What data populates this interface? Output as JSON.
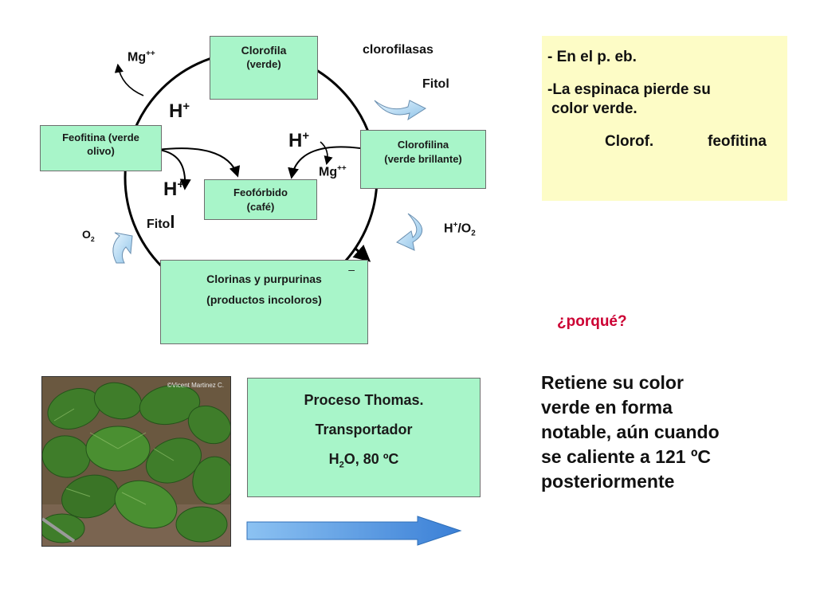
{
  "colors": {
    "box_fill": "#a8f5c9",
    "note_fill": "#fdfcc6",
    "question": "#cc0033",
    "red_arrow": "#e2001a",
    "blue_arrow_start": "#5fa0e0",
    "blue_arrow_end": "#3a7fd6"
  },
  "cycle": {
    "boxes": {
      "clorofila": {
        "line1": "Clorofila",
        "line2": "(verde)"
      },
      "feofitina": {
        "line1": "Feofitina (verde",
        "line2": "olivo)"
      },
      "clorofilina": {
        "line1": "Clorofilina",
        "line2": "(verde brillante)"
      },
      "feoforbido": {
        "line1": "Feofórbido",
        "line2": "(café)"
      },
      "clorinas": {
        "line1": "Clorinas y purpurinas",
        "line2": "(productos incoloros)",
        "dash": "–"
      }
    },
    "labels": {
      "clorofilasas": "clorofilasas",
      "fitol_top": "Fitol",
      "mg_left_base": "Mg",
      "mg_left_sup": "++",
      "h_plus_1_base": "H",
      "h_plus_1_sup": "+",
      "h_plus_2_base": "H",
      "h_plus_2_sup": "+",
      "h_plus_3_base": "H",
      "h_plus_3_sup": "+",
      "mg_right_base": "Mg",
      "mg_right_sup": "++",
      "fitol_bottom_a": "Fito",
      "fitol_bottom_b": "l",
      "o2_base": "O",
      "o2_sub": "2",
      "h_o2_h": "H",
      "h_o2_sup": "+",
      "h_o2_mid": "/O",
      "h_o2_sub": "2"
    }
  },
  "note": {
    "line1": "- En el p. eb.",
    "line2a": "-La espinaca pierde su",
    "line2b": "color verde.",
    "clorof": "Clorof.",
    "feofitina": "feofitina"
  },
  "question": "¿porqué?",
  "process_box": {
    "line1": "Proceso Thomas.",
    "line2": "Transportador",
    "line3_a": "H",
    "line3_sub": "2",
    "line3_b": "O, 80 ºC"
  },
  "result": {
    "line1": "Retiene su color",
    "line2": "verde en forma",
    "line3": "notable, aún cuando",
    "line4": "se caliente a 121 ºC",
    "line5": "posteriormente"
  },
  "photo": {
    "watermark": "©Vicent Martinez C."
  }
}
